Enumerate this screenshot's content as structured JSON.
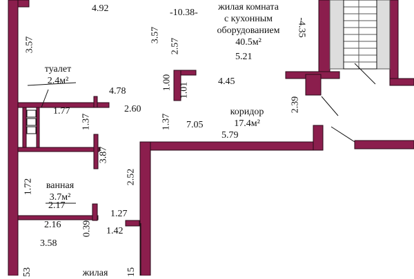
{
  "colors": {
    "wall": "#8b1e4d",
    "wall_edge": "#2a0a18",
    "line": "#111111",
    "background": "#ffffff"
  },
  "rooms": {
    "living_kitchen": {
      "name_line1": "жилая комната",
      "name_line2": "с кухонным",
      "name_line3": "оборудованием",
      "area": "40.5м²"
    },
    "toilet": {
      "name": "туалет",
      "area": "2.4м²"
    },
    "corridor": {
      "name": "коридор",
      "area": "17.4м²"
    },
    "bathroom": {
      "name": "ванная",
      "area": "3.7м²"
    },
    "living_bottom": {
      "name": "жилая"
    }
  },
  "dimensions": {
    "d_4_92": "4.92",
    "d_10_38": "-10.38-",
    "d_minus_4_35": "-4.35",
    "d_3_57_left": "3.57",
    "d_3_57_mid": "3.57",
    "d_2_57": "2.57",
    "d_5_21": "5.21",
    "d_1_00": "1.00",
    "d_1_01": "1.01",
    "d_4_45": "4.45",
    "d_4_78": "4.78",
    "d_2_39": "2.39",
    "d_1_77": "1.77",
    "d_2_60": "2.60",
    "d_1_37_a": "1.37",
    "d_1_37_b": "1.37",
    "d_7_05": "7.05",
    "d_5_79": "5.79",
    "d_3_87": "3.87",
    "d_2_52": "2.52",
    "d_1_72": "1.72",
    "d_2_17": "2.17",
    "d_1_27": "1.27",
    "d_2_16": "2.16",
    "d_0_39": "0.39",
    "d_1_42": "1.42",
    "d_3_58": "3.58",
    "d_53": "53",
    "d_15": "15"
  }
}
